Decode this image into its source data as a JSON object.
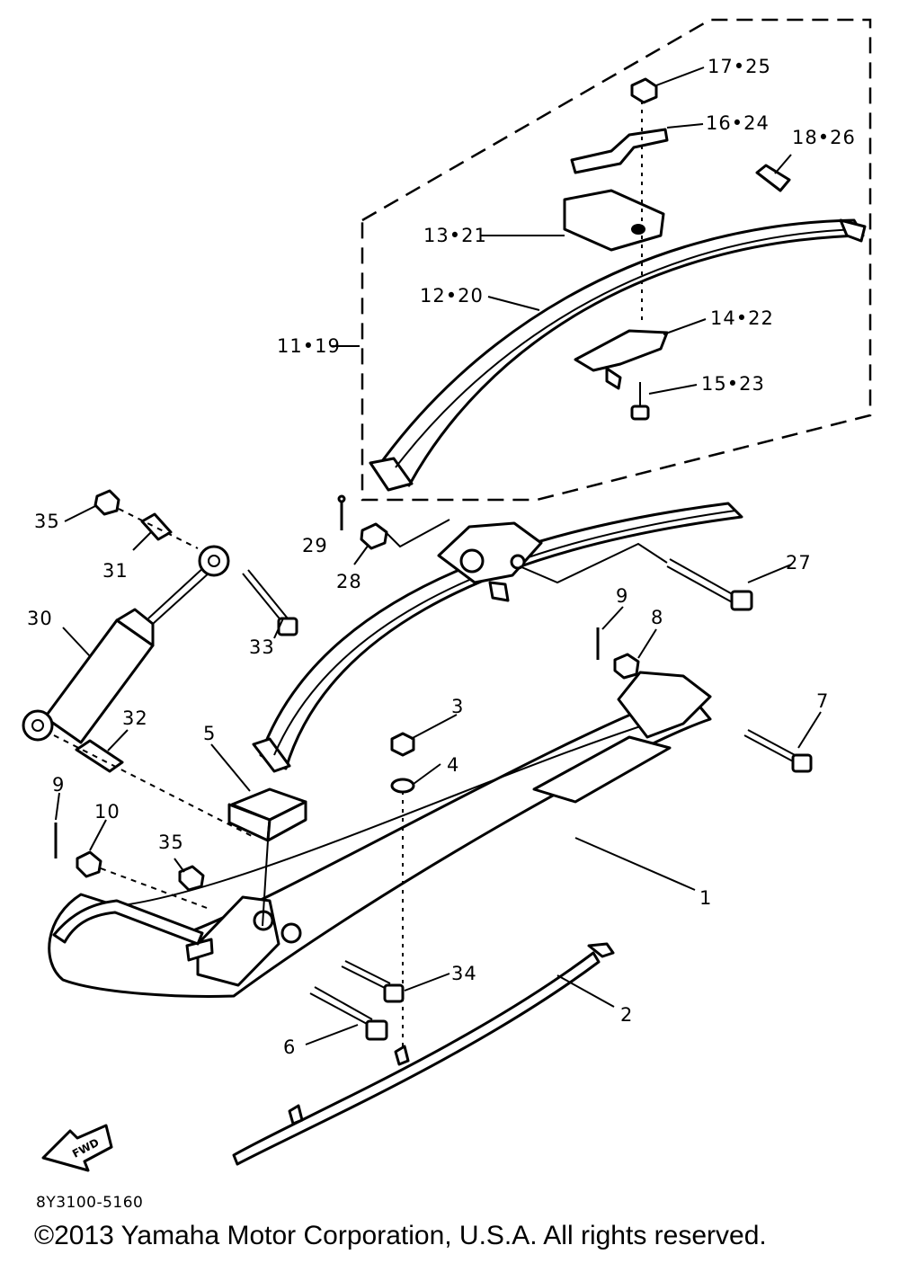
{
  "diagram": {
    "callouts": {
      "c1": "1",
      "c2": "2",
      "c3": "3",
      "c4": "4",
      "c5": "5",
      "c6": "6",
      "c7": "7",
      "c8": "8",
      "c9a": "9",
      "c9b": "9",
      "c10": "10",
      "c11_19": "11•19",
      "c12_20": "12•20",
      "c13_21": "13•21",
      "c14_22": "14•22",
      "c15_23": "15•23",
      "c16_24": "16•24",
      "c17_25": "17•25",
      "c18_26": "18•26",
      "c27": "27",
      "c28": "28",
      "c29": "29",
      "c30": "30",
      "c31": "31",
      "c32": "32",
      "c33": "33",
      "c34": "34",
      "c35a": "35",
      "c35b": "35"
    },
    "fwd_badge": "FWD",
    "diagram_code": "8Y3100-5160",
    "copyright": "©2013 Yamaha Motor Corporation, U.S.A. All rights reserved."
  }
}
